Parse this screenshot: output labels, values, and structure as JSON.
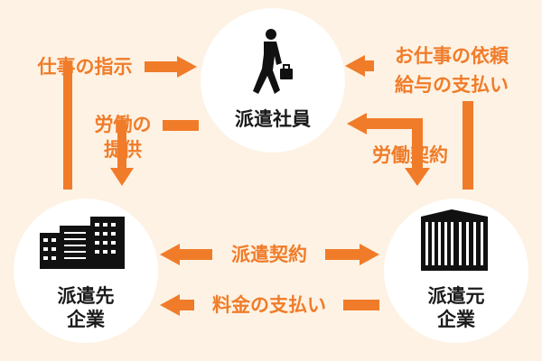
{
  "colors": {
    "background": "#fdf2e3",
    "arrow": "#f07c2a",
    "node_fill": "#ffffff",
    "icon": "#111111",
    "node_text": "#1a1a1a"
  },
  "nodes": {
    "employee": {
      "label": "派遣社員",
      "icon": "businessman-icon"
    },
    "client": {
      "label_line1": "派遣先",
      "label_line2": "企業",
      "icon": "office-buildings-icon"
    },
    "agency": {
      "label_line1": "派遣元",
      "label_line2": "企業",
      "icon": "office-tower-icon"
    }
  },
  "edges": {
    "work_instruction": "仕事の指示",
    "labor_provision_line1": "労働の",
    "labor_provision_line2": "提供",
    "job_request": "お仕事の依頼",
    "salary_payment": "給与の支払い",
    "employment_contract": "労働契約",
    "dispatch_contract": "派遣契約",
    "fee_payment": "料金の支払い"
  }
}
